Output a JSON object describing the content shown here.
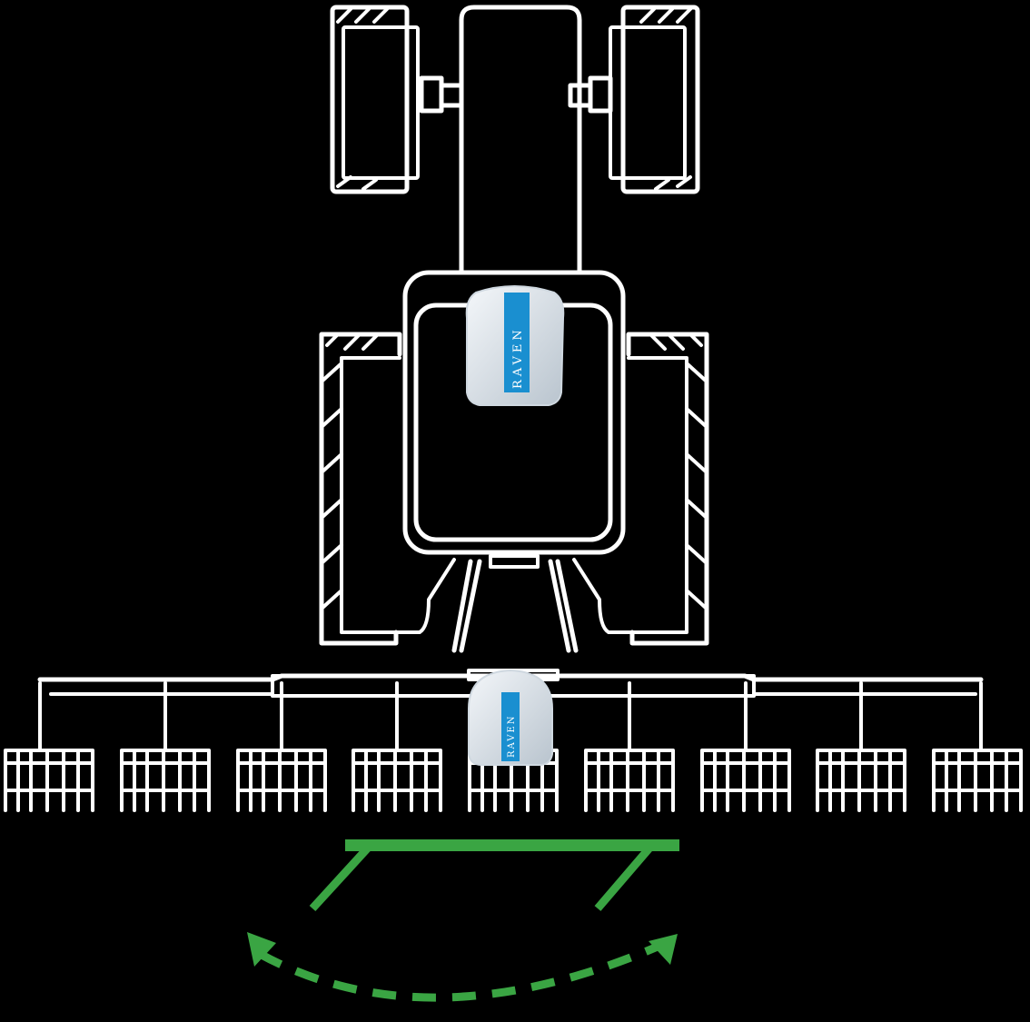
{
  "diagram": {
    "receivers": [
      {
        "brand": "RAVEN"
      },
      {
        "brand": "RAVEN"
      }
    ],
    "row_units": 9,
    "colors": {
      "background": "#000000",
      "outline": "#ffffff",
      "arrow": "#3aa543",
      "brand_label": "#1a8fd0",
      "receiver_body": "#dfe6ec"
    }
  }
}
